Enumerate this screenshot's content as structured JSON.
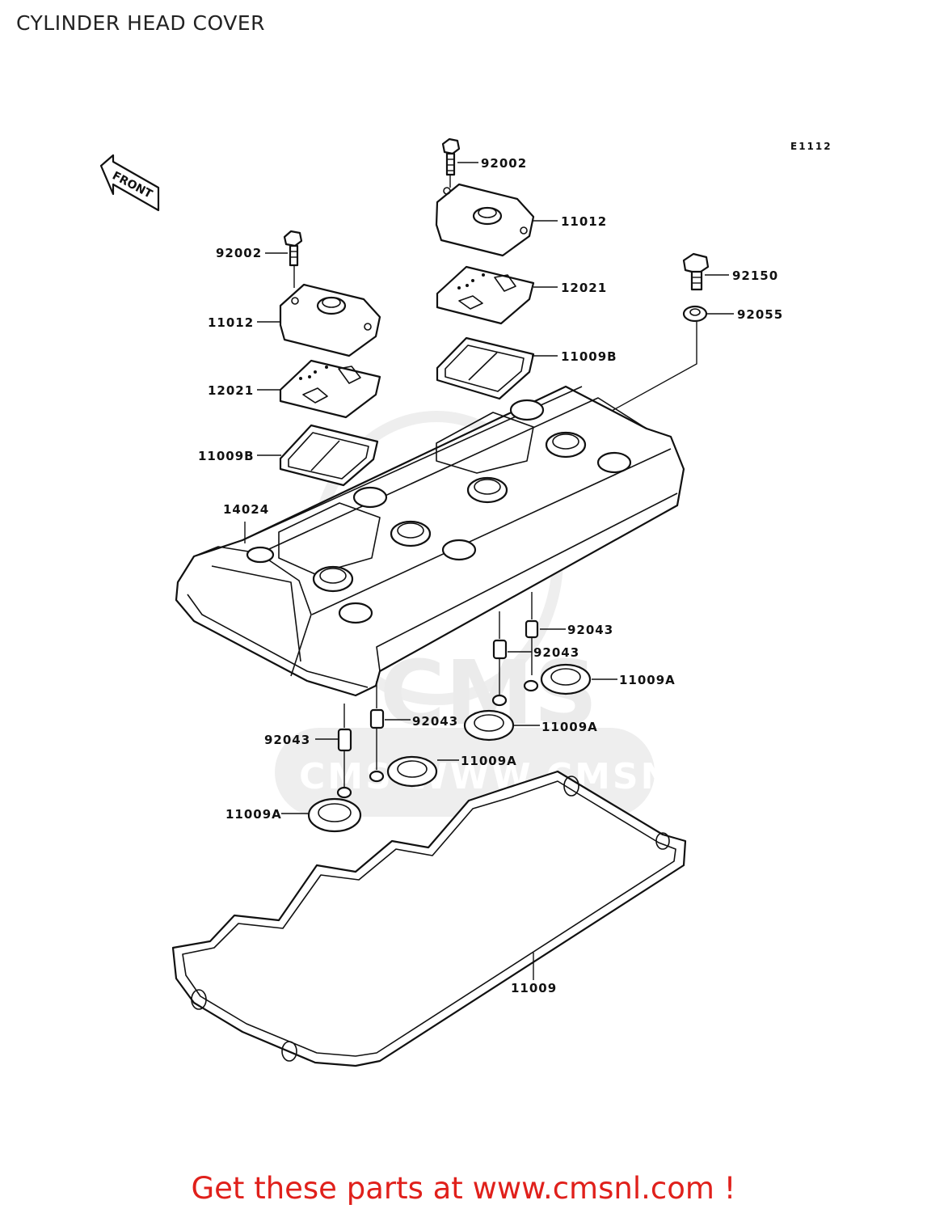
{
  "title": "CYLINDER HEAD COVER",
  "diagram_code": "E1112",
  "front_label": "FRONT",
  "watermark": "CMS WWW.CMSNL.COM",
  "labels": {
    "bolt_top": "92002",
    "cap_top": "11012",
    "plate_top": "12021",
    "gasket_top": "11009B",
    "bolt_right": "92150",
    "washer_right": "92055",
    "bolt_left": "92002",
    "cap_left": "11012",
    "plate_left": "12021",
    "gasket_left": "11009B",
    "cover": "14024",
    "dowel_1": "92043",
    "dowel_2": "92043",
    "dowel_3": "92043",
    "dowel_4": "92043",
    "oring_1": "11009A",
    "oring_2": "11009A",
    "oring_3": "11009A",
    "oring_4": "11009A",
    "head_gasket": "11009"
  },
  "footer": "Get these parts at www.cmsnl.com !",
  "colors": {
    "footer": "#e0201b",
    "lines": "#111111",
    "watermark": "#d9d9d9"
  }
}
